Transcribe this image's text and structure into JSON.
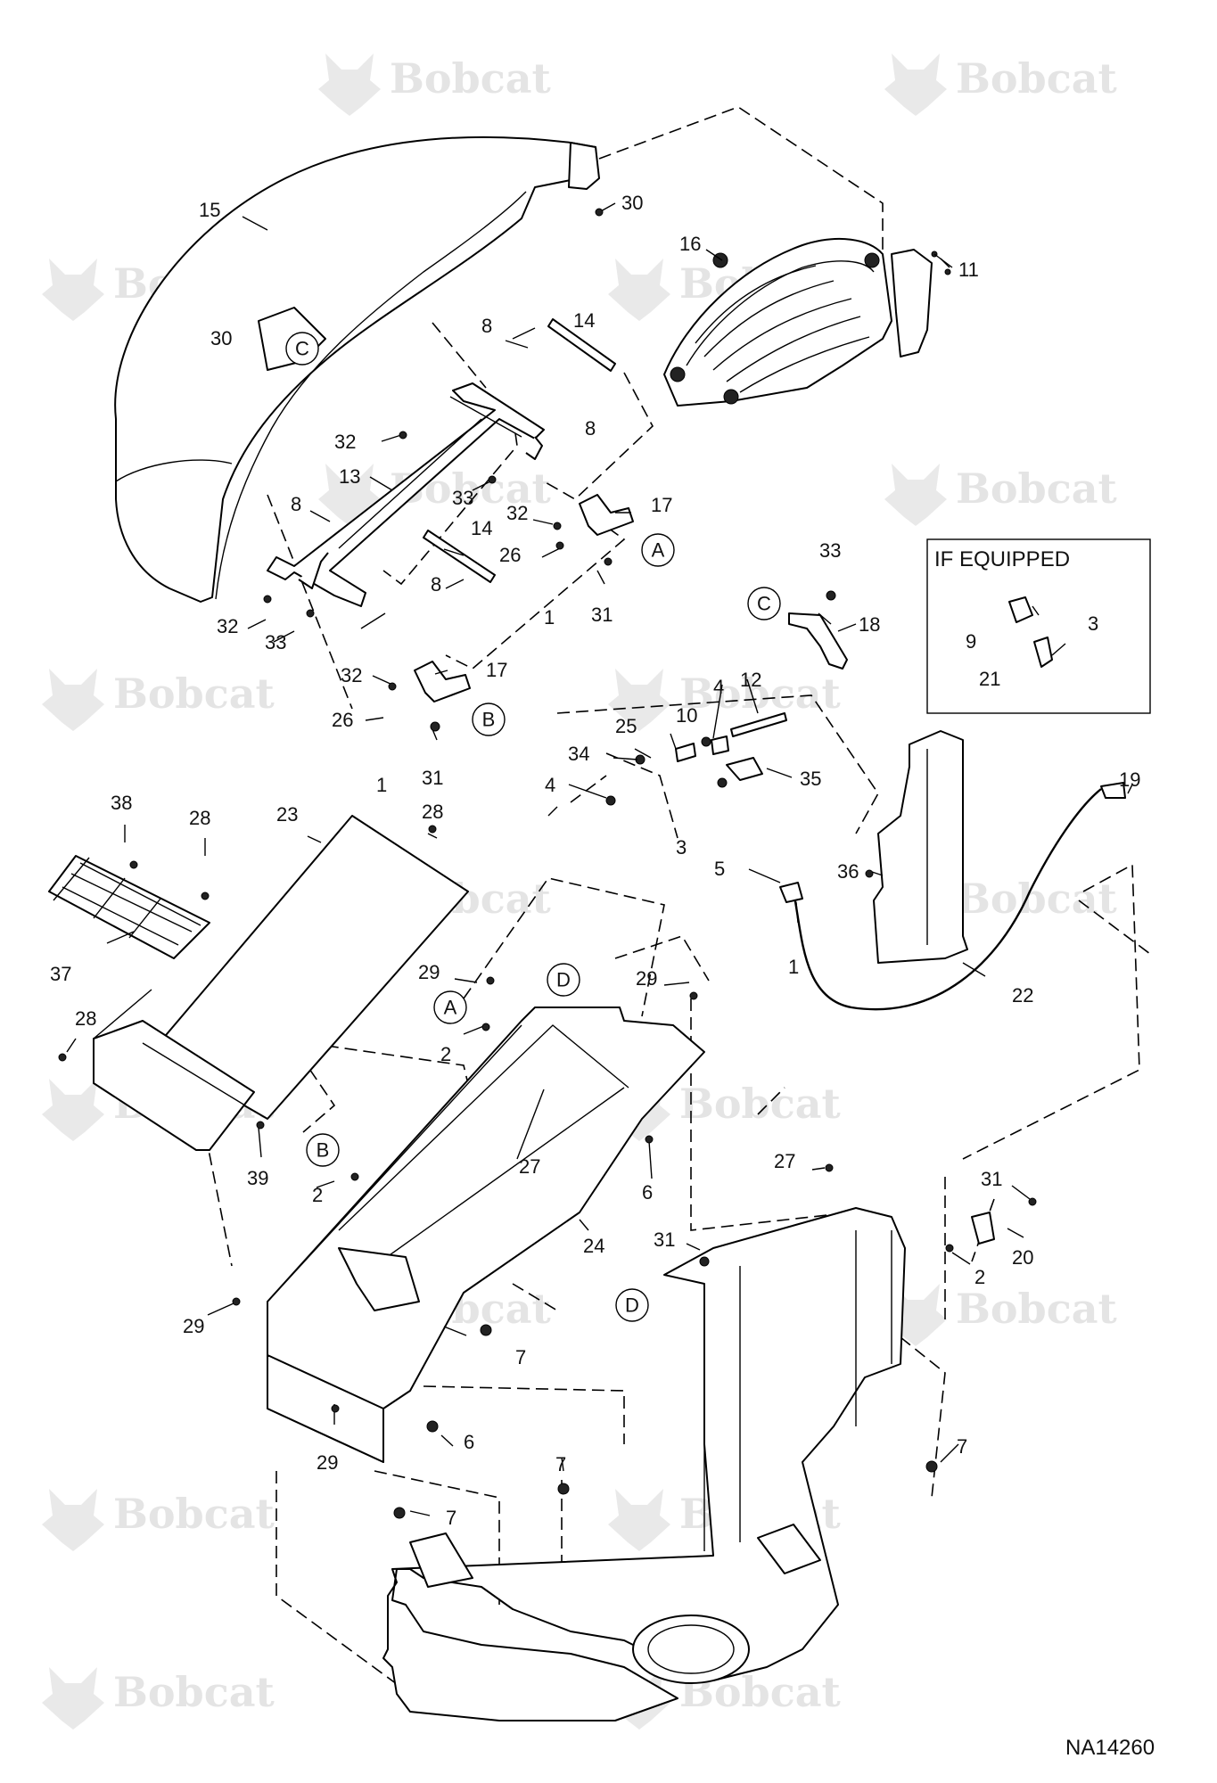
{
  "watermark": {
    "brand": "Bobcat"
  },
  "diagram_code": "NA14260",
  "inset": {
    "title": "IF EQUIPPED"
  },
  "callouts": [
    {
      "id": "c15",
      "label": "15"
    },
    {
      "id": "c30a",
      "label": "30"
    },
    {
      "id": "c16",
      "label": "16"
    },
    {
      "id": "c11",
      "label": "11"
    },
    {
      "id": "c30b",
      "label": "30"
    },
    {
      "id": "c8a",
      "label": "8"
    },
    {
      "id": "c14a",
      "label": "14"
    },
    {
      "id": "c8b",
      "label": "8"
    },
    {
      "id": "c32a",
      "label": "32"
    },
    {
      "id": "c13",
      "label": "13"
    },
    {
      "id": "c33a",
      "label": "33"
    },
    {
      "id": "c32b",
      "label": "32"
    },
    {
      "id": "c17a",
      "label": "17"
    },
    {
      "id": "c8c",
      "label": "8"
    },
    {
      "id": "c14b",
      "label": "14"
    },
    {
      "id": "c26a",
      "label": "26"
    },
    {
      "id": "c8d",
      "label": "8"
    },
    {
      "id": "c1a",
      "label": "1"
    },
    {
      "id": "c31a",
      "label": "31"
    },
    {
      "id": "c32c",
      "label": "32"
    },
    {
      "id": "c33b",
      "label": "33"
    },
    {
      "id": "c33c",
      "label": "33"
    },
    {
      "id": "c18",
      "label": "18"
    },
    {
      "id": "c9",
      "label": "9"
    },
    {
      "id": "c3a",
      "label": "3"
    },
    {
      "id": "c21",
      "label": "21"
    },
    {
      "id": "c32d",
      "label": "32"
    },
    {
      "id": "c17b",
      "label": "17"
    },
    {
      "id": "c26b",
      "label": "26"
    },
    {
      "id": "c1b",
      "label": "1"
    },
    {
      "id": "c31b",
      "label": "31"
    },
    {
      "id": "c4a",
      "label": "4"
    },
    {
      "id": "c12",
      "label": "12"
    },
    {
      "id": "c25",
      "label": "25"
    },
    {
      "id": "c10",
      "label": "10"
    },
    {
      "id": "c34",
      "label": "34"
    },
    {
      "id": "c4b",
      "label": "4"
    },
    {
      "id": "c35",
      "label": "35"
    },
    {
      "id": "c3b",
      "label": "3"
    },
    {
      "id": "c19",
      "label": "19"
    },
    {
      "id": "c36",
      "label": "36"
    },
    {
      "id": "c5",
      "label": "5"
    },
    {
      "id": "c1c",
      "label": "1"
    },
    {
      "id": "c22",
      "label": "22"
    },
    {
      "id": "c38",
      "label": "38"
    },
    {
      "id": "c28a",
      "label": "28"
    },
    {
      "id": "c23",
      "label": "23"
    },
    {
      "id": "c28b",
      "label": "28"
    },
    {
      "id": "c37",
      "label": "37"
    },
    {
      "id": "c28c",
      "label": "28"
    },
    {
      "id": "c39",
      "label": "39"
    },
    {
      "id": "c29a",
      "label": "29"
    },
    {
      "id": "c29b",
      "label": "29"
    },
    {
      "id": "c2a",
      "label": "2"
    },
    {
      "id": "c27a",
      "label": "27"
    },
    {
      "id": "c2b",
      "label": "2"
    },
    {
      "id": "c6a",
      "label": "6"
    },
    {
      "id": "c27b",
      "label": "27"
    },
    {
      "id": "c31c",
      "label": "31"
    },
    {
      "id": "c24",
      "label": "24"
    },
    {
      "id": "c31d",
      "label": "31"
    },
    {
      "id": "c20",
      "label": "20"
    },
    {
      "id": "c2c",
      "label": "2"
    },
    {
      "id": "c29c",
      "label": "29"
    },
    {
      "id": "c7a",
      "label": "7"
    },
    {
      "id": "c29d",
      "label": "29"
    },
    {
      "id": "c6b",
      "label": "6"
    },
    {
      "id": "c7b",
      "label": "7"
    },
    {
      "id": "c7c",
      "label": "7"
    },
    {
      "id": "c7d",
      "label": "7"
    }
  ],
  "reference_letters": [
    {
      "id": "ref-c-top",
      "label": "C"
    },
    {
      "id": "ref-a-top",
      "label": "A"
    },
    {
      "id": "ref-b-top",
      "label": "B"
    },
    {
      "id": "ref-c-mid",
      "label": "C"
    },
    {
      "id": "ref-d-top",
      "label": "D"
    },
    {
      "id": "ref-a-low",
      "label": "A"
    },
    {
      "id": "ref-b-low",
      "label": "B"
    },
    {
      "id": "ref-d-low",
      "label": "D"
    }
  ]
}
